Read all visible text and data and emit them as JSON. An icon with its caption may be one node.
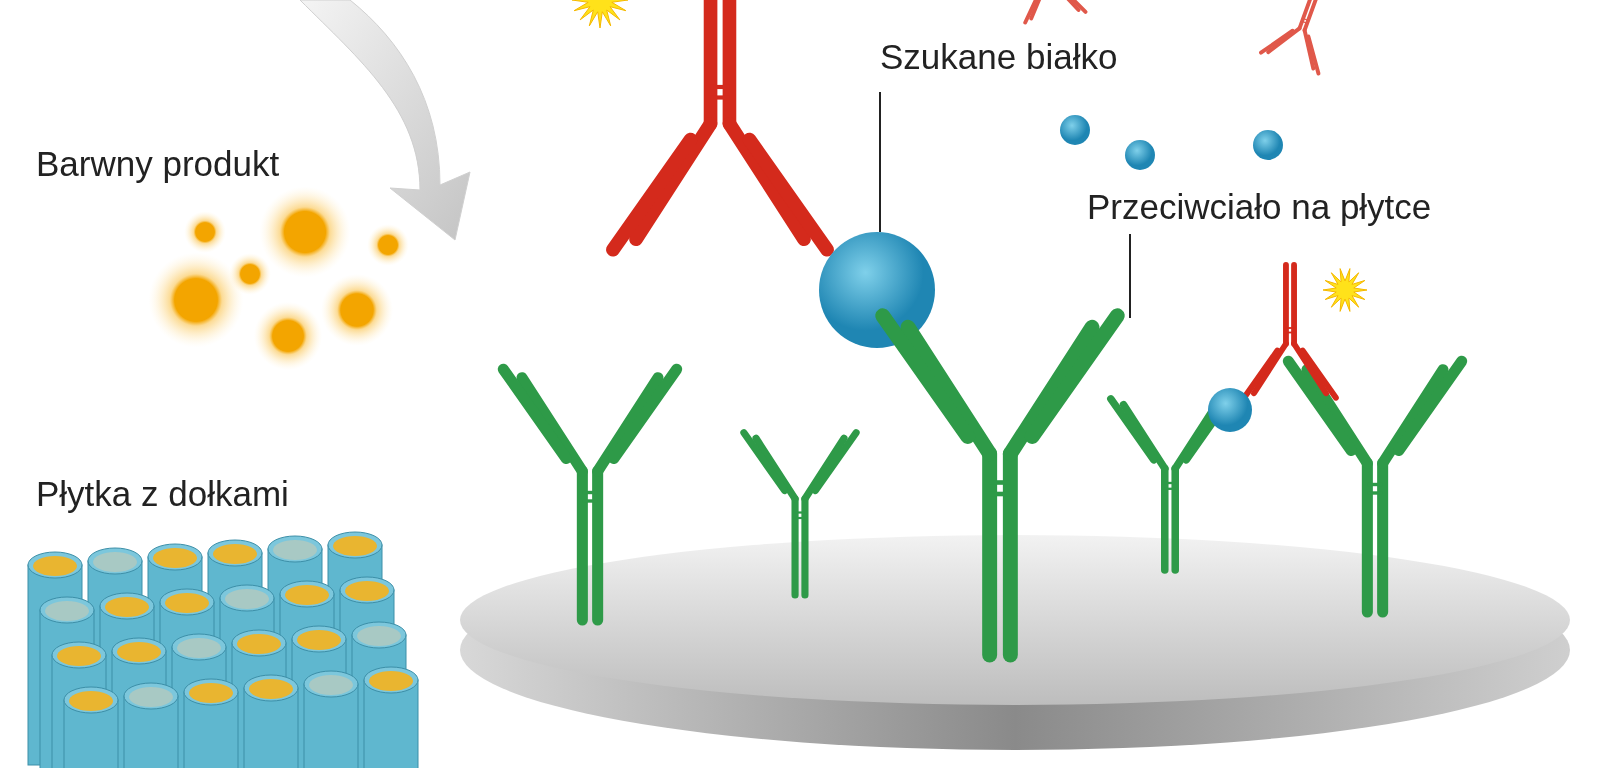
{
  "diagram": {
    "nodes": [
      {
        "text": [
          "Szukane białko"
        ]
      },
      {
        "text": [],
        "shape": "circle"
      },
      {
        "text": [
          "Przeciwciało na płytce"
        ]
      },
      {
        "text": [],
        "shape": "picture"
      }
    ],
    "edges": [
      {
        "from": 0,
        "to": 1,
        "arrow": "none"
      },
      {
        "from": 2,
        "to": 3,
        "arrow": "none"
      }
    ],
    "labels": [
      "Barwny produkt",
      "Płytka z dołkami"
    ]
  }
}
